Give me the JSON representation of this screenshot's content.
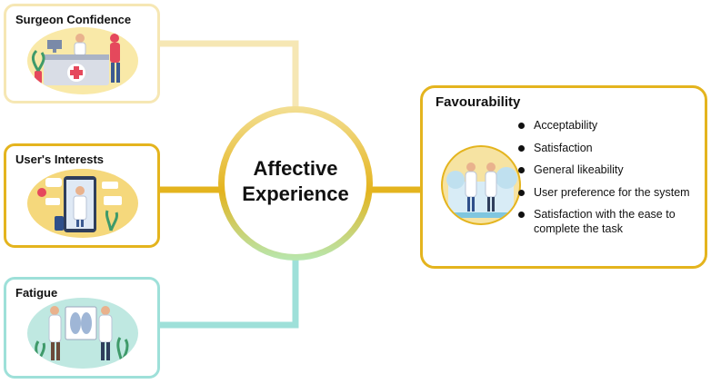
{
  "hub": {
    "line1": "Affective",
    "line2": "Experience"
  },
  "factors": [
    {
      "title": "Surgeon Confidence",
      "color": "#f6e7b4"
    },
    {
      "title": "User's Interests",
      "color": "#e4b41e"
    },
    {
      "title": "Fatigue",
      "color": "#9ee0d9"
    }
  ],
  "favourability": {
    "title": "Favourability",
    "color": "#e4b41e",
    "items": [
      "Acceptability",
      "Satisfaction",
      "General likeability",
      "User preference for the system",
      "Satisfaction with the ease to complete the task"
    ]
  }
}
